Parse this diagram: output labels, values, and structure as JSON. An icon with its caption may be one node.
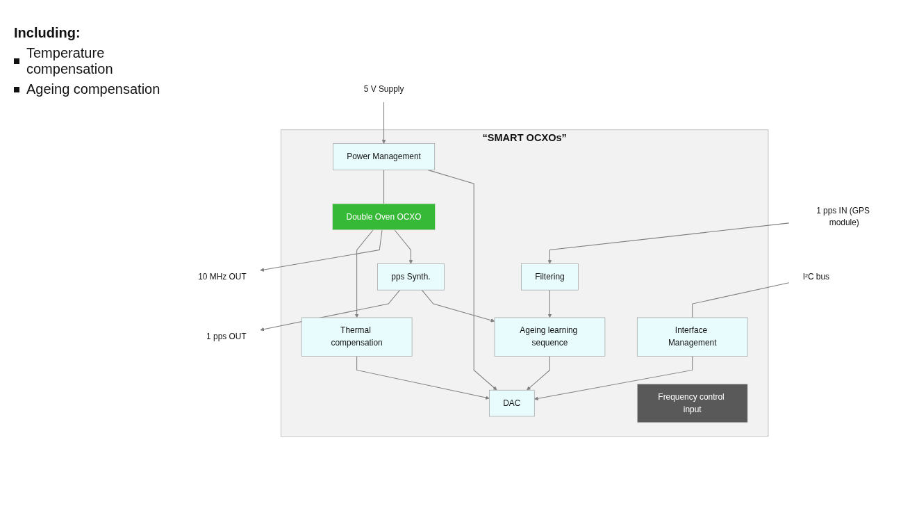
{
  "diagram": {
    "nodes": [
      {
        "text": [
          "“SMART OCXOs”"
        ]
      },
      {
        "text": [
          "Filtering"
        ],
        "in": 0
      },
      {
        "text": [
          "Ageing learning sequence"
        ],
        "in": 0
      },
      {
        "text": [
          "Power Management"
        ],
        "in": 0
      },
      {
        "text": [
          "pps Synth."
        ],
        "in": 0
      },
      {
        "text": [
          "DAC"
        ],
        "in": 0
      },
      {
        "text": [
          "Frequency control input"
        ],
        "in": 0
      },
      {
        "text": [
          "Double Oven OCXO"
        ],
        "in": 0
      },
      {
        "text": [
          "Interface Management"
        ],
        "in": 0
      },
      {
        "text": [
          "Thermal compensation"
        ],
        "in": 0
      },
      {
        "text": [
          "1 pps IN (GPS module)"
        ]
      },
      {
        "text": [
          "5 V Supply"
        ]
      },
      {
        "text": [
          "1 pps OUT"
        ]
      },
      {
        "text": [
          "10 MHz OUT"
        ]
      },
      {
        "text": [
          "I²C bus"
        ]
      }
    ],
    "edges": [
      {
        "from": 10,
        "to": 1,
        "arrow": "to"
      },
      {
        "from": 1,
        "to": 2,
        "arrow": "to"
      },
      {
        "from": 11,
        "to": 3,
        "arrow": "to"
      },
      {
        "from": 3,
        "to": 5,
        "arrow": "to"
      },
      {
        "from": 8,
        "to": 5,
        "arrow": "to"
      },
      {
        "from": 3,
        "to": 7,
        "arrow": "none"
      },
      {
        "from": 2,
        "to": 5,
        "arrow": "to"
      },
      {
        "from": 4,
        "to": 2,
        "arrow": "to"
      },
      {
        "from": 4,
        "to": 12,
        "arrow": "to"
      },
      {
        "from": 7,
        "to": 4,
        "arrow": "to"
      },
      {
        "from": 7,
        "to": 13,
        "arrow": "to"
      },
      {
        "from": 7,
        "to": 9,
        "arrow": "to"
      },
      {
        "from": 9,
        "to": 5,
        "arrow": "to"
      },
      {
        "from": 14,
        "to": 8,
        "arrow": "none"
      }
    ],
    "labels": [
      "Including:",
      "Temperature compensation",
      "Ageing compensation"
    ]
  }
}
